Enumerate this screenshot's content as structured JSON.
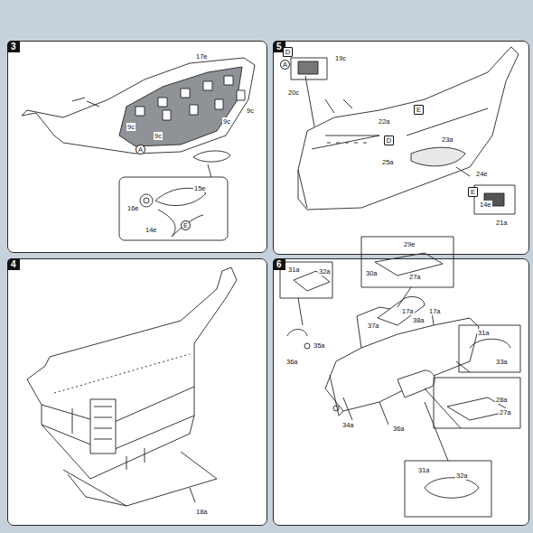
{
  "diagram": {
    "nodes": [
      {
        "text": [
          "3"
        ]
      },
      {
        "text": [
          "5"
        ]
      },
      {
        "text": [
          "4"
        ]
      },
      {
        "text": [
          "6"
        ]
      }
    ],
    "labels": [
      "17e",
      "9c",
      "9c",
      "9c",
      "9c",
      "A",
      "16e",
      "15e",
      "14e",
      "E",
      "D",
      "A",
      "19c",
      "20c",
      "22a",
      "E",
      "D",
      "23a",
      "25a",
      "24e",
      "E",
      "14e",
      "21a",
      "18a",
      "31a",
      "32a",
      "29e",
      "30a",
      "27a",
      "37a",
      "17a",
      "17a",
      "38a",
      "35a",
      "36a",
      "34a",
      "36a",
      "31a",
      "33a",
      "28a",
      "27a",
      "31a",
      "32a"
    ]
  }
}
